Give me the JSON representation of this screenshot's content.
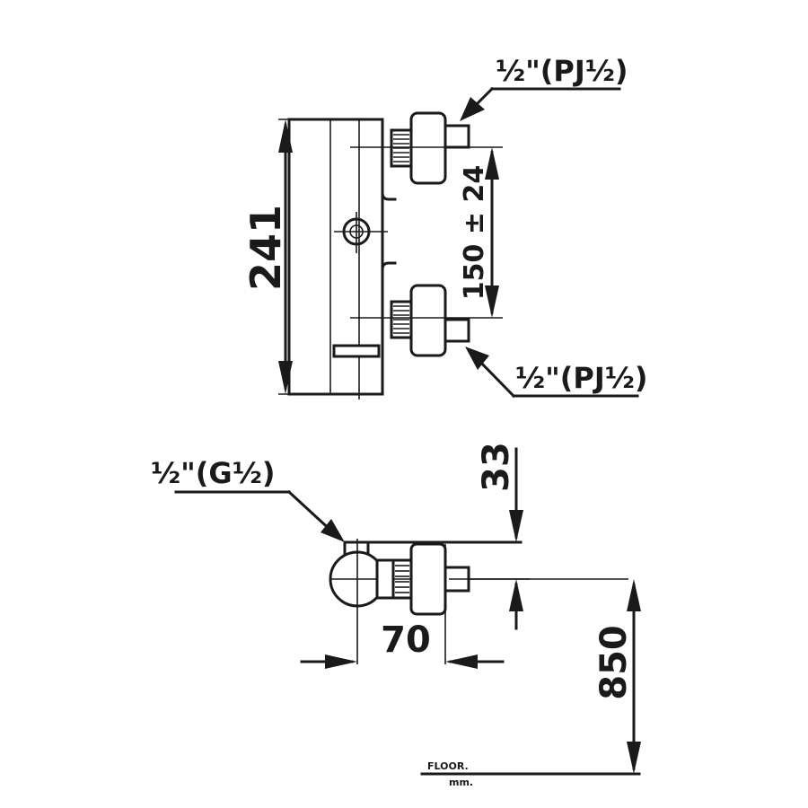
{
  "dimensions": {
    "height_total": "241",
    "inlet_spacing": "150 ± 24",
    "wall_offset": "33",
    "depth": "70",
    "floor_height": "850"
  },
  "connections": {
    "top_inlet": "½\"(PJ½)",
    "bottom_inlet": "½\"(PJ½)",
    "outlet": "½\"(G½)"
  },
  "floor": {
    "label": "FLOOR.",
    "unit": "mm."
  }
}
